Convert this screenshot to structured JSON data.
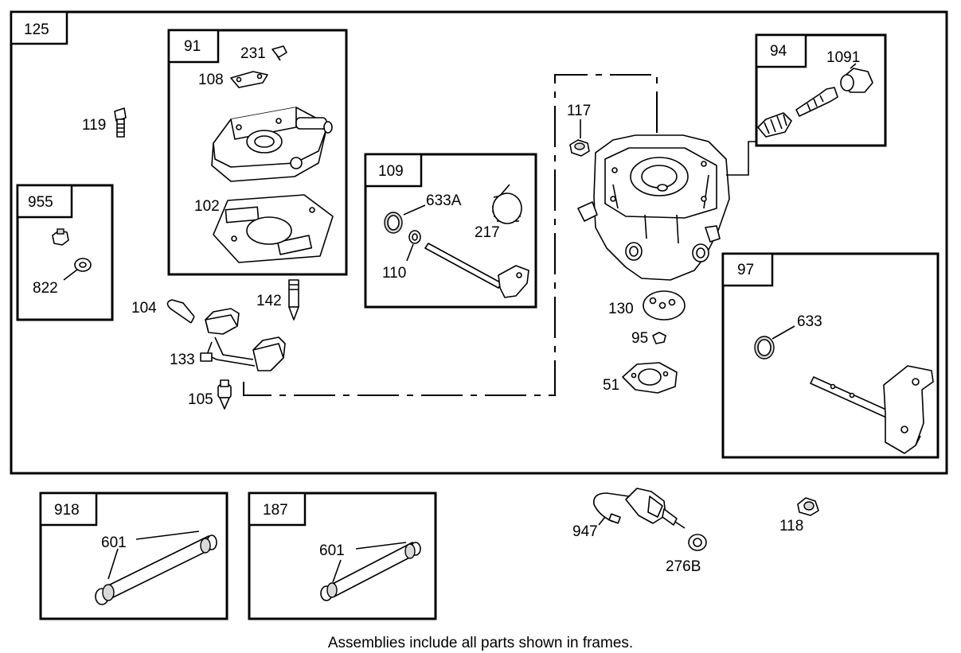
{
  "frames": {
    "main": "125",
    "carb_body_top": "91",
    "shaft_kit": "109",
    "needle_kit": "94",
    "throttle_kit": "97",
    "drain_kit": "955",
    "fuel_tube_left": "918",
    "fuel_tube_right": "187"
  },
  "callouts": {
    "p231": "231",
    "p108": "108",
    "p102": "102",
    "p119": "119",
    "p822": "822",
    "p104": "104",
    "p133": "133",
    "p105": "105",
    "p142": "142",
    "p633A": "633A",
    "p217": "217",
    "p110": "110",
    "p117": "117",
    "p1091": "1091",
    "p130": "130",
    "p95": "95",
    "p51": "51",
    "p633": "633",
    "p601a": "601",
    "p601b": "601",
    "p947": "947",
    "p276B": "276B",
    "p118": "118"
  },
  "footnote": "Assemblies include all parts shown in frames."
}
